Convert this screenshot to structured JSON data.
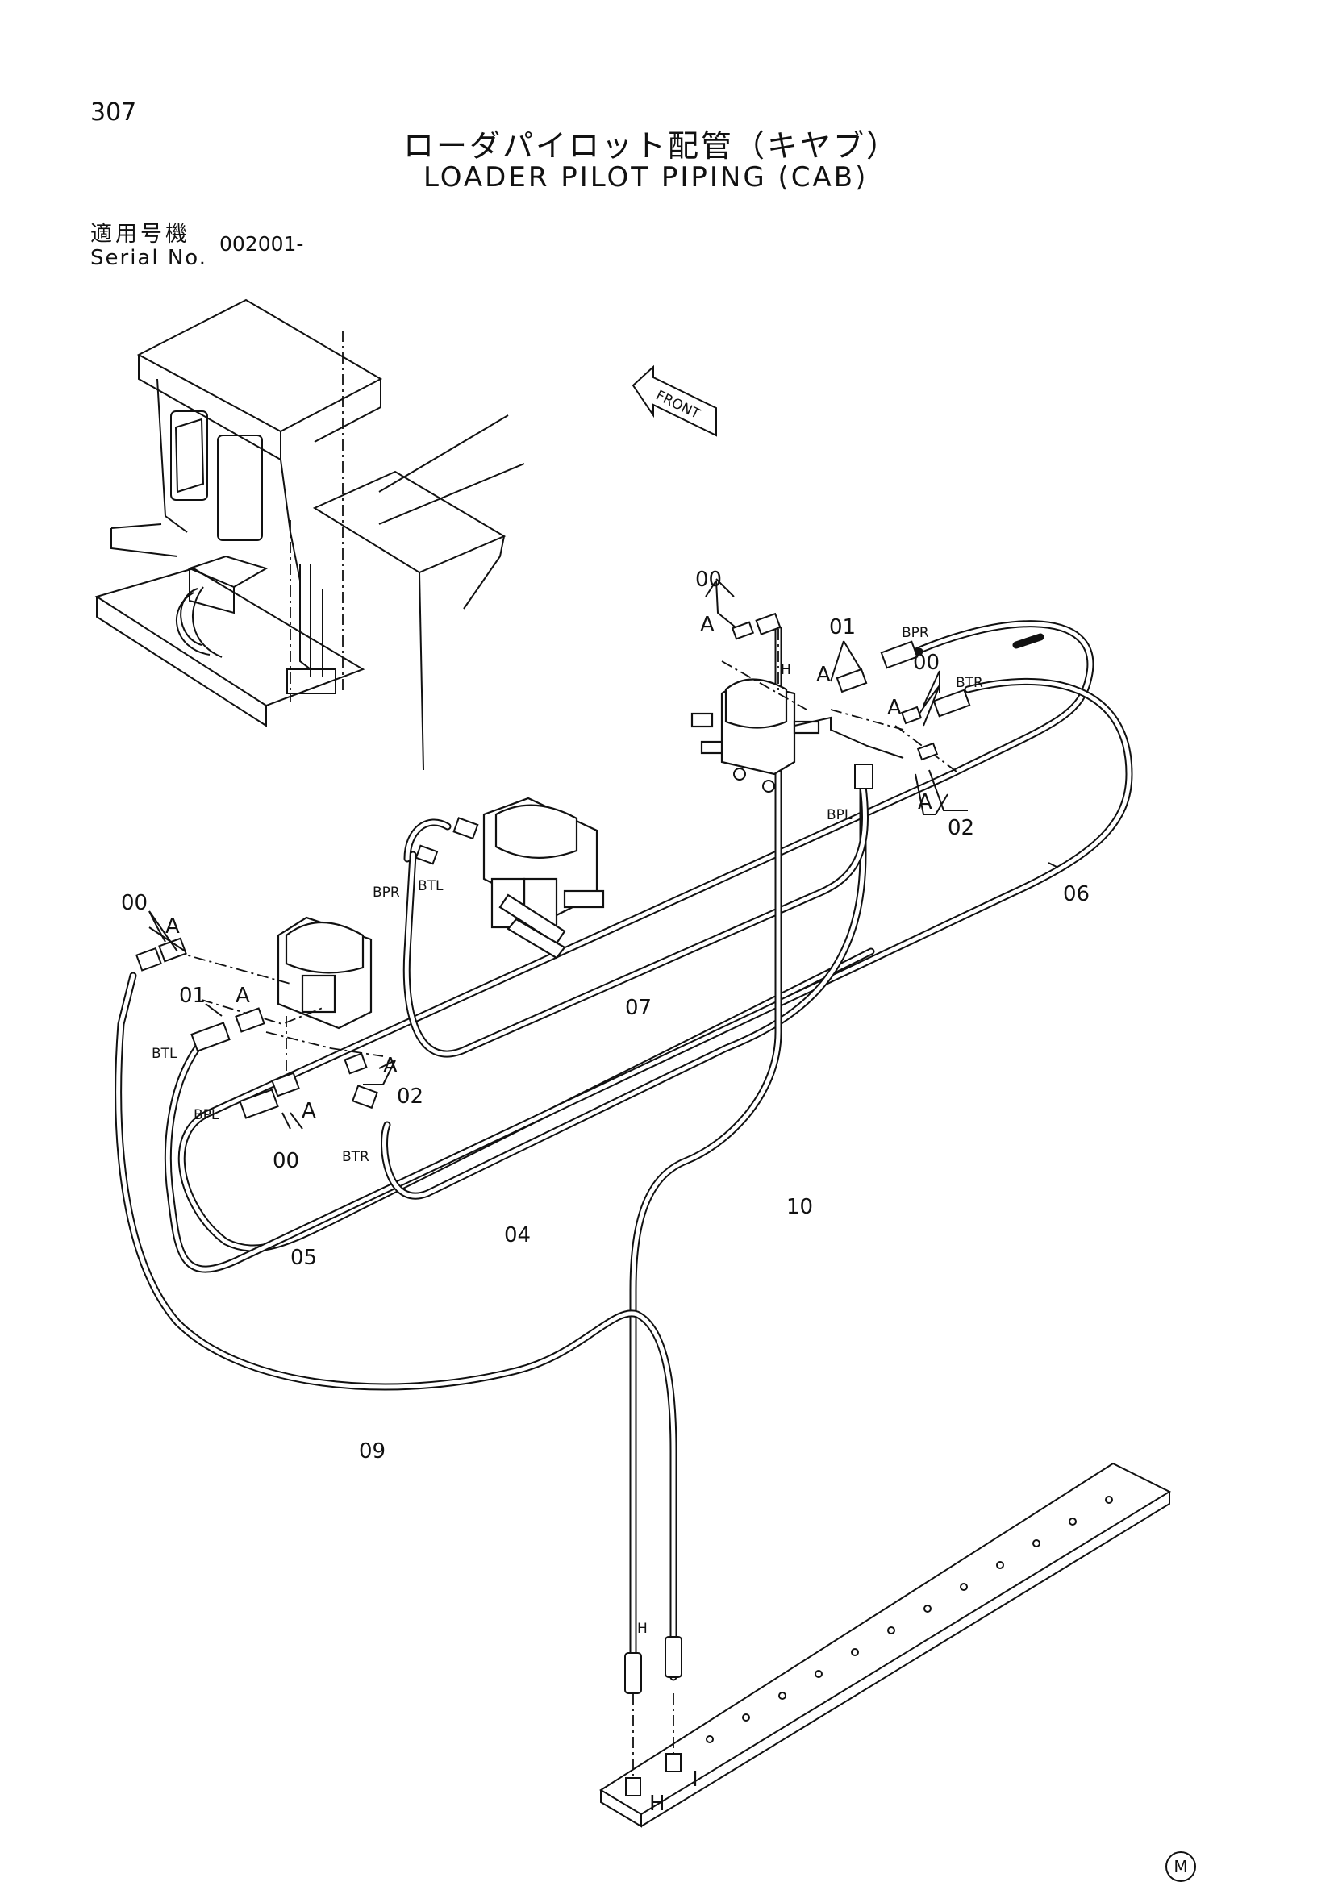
{
  "page": {
    "number": "307",
    "mark": "M"
  },
  "title": {
    "jp": "ローダパイロット配管（キヤブ）",
    "en": "LOADER PILOT PIPING (CAB)"
  },
  "serial": {
    "label_jp": "適用号機",
    "label_en": "Serial No.",
    "value": "002001-"
  },
  "front_arrow": "FRONT",
  "labels": {
    "p00_top": "00",
    "a_top": "A",
    "h_top": "H",
    "p01_right": "01",
    "a_right1": "A",
    "bpr_right": "BPR",
    "p00_right": "00",
    "a_right2": "A",
    "btr_right": "BTR",
    "a_right3": "A",
    "p02_right": "02",
    "bpl_right": "BPL",
    "p06": "06",
    "bpr_mid": "BPR",
    "btl_mid": "BTL",
    "p00_left": "00",
    "a_left1": "A",
    "p01_left": "01",
    "a_left2": "A",
    "btl_left": "BTL",
    "a_left3": "A",
    "p02_left": "02",
    "bpl_left": "BPL",
    "a_left4": "A",
    "p00_left2": "00",
    "btr_left": "BTR",
    "p07": "07",
    "p04": "04",
    "p05": "05",
    "p10": "10",
    "p09": "09",
    "h_bottom1": "H",
    "h_bottom2": "H",
    "i_bottom": "I"
  }
}
